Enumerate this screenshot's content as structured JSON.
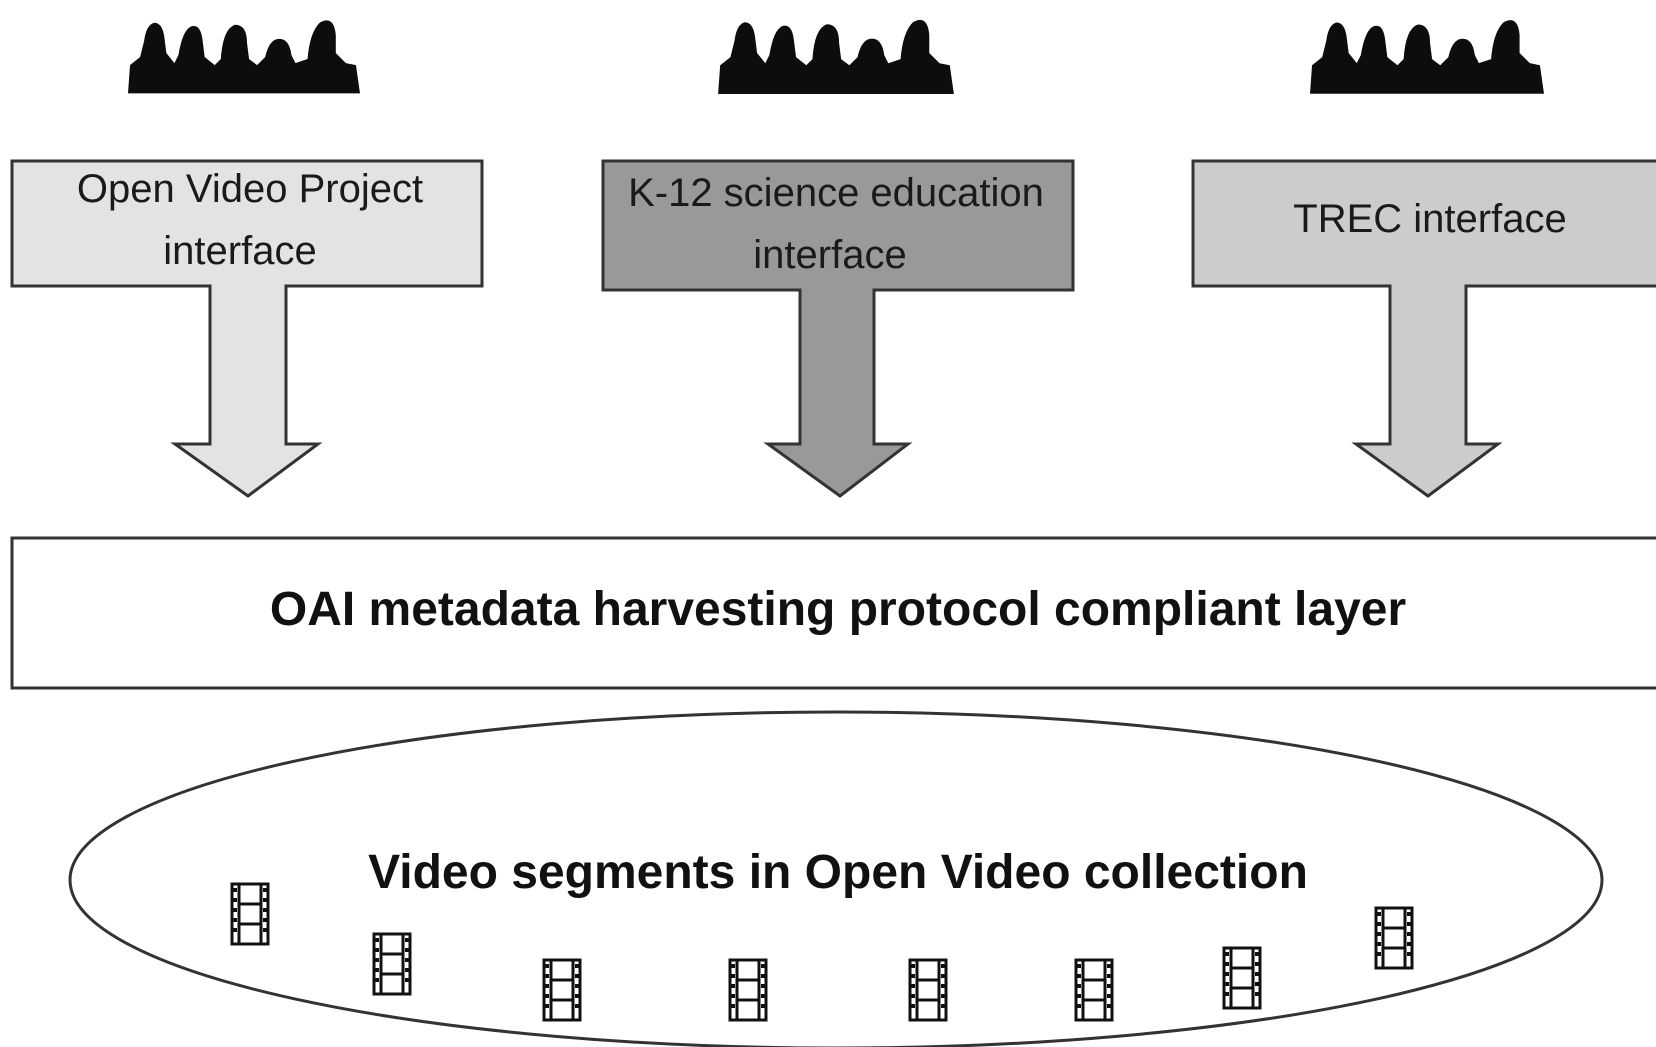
{
  "colors": {
    "open_video": "#e3e3e3",
    "k12": "#999999",
    "trec": "#cccccc",
    "layer_fill": "#ffffff",
    "ellipse_fill": "#ffffff",
    "audience_silhouette": "#0d0d0d",
    "outline": "#333333"
  },
  "audience_icon": "audience-silhouette-icon",
  "film_icon": "film-strip-icon",
  "interfaces": [
    {
      "line1": "Open Video Project",
      "line2": "interface"
    },
    {
      "line1": "K-12 science education",
      "line2": "interface"
    },
    {
      "line1": "TREC interface",
      "line2": ""
    }
  ],
  "layer": {
    "label": "OAI metadata harvesting protocol compliant layer"
  },
  "collection": {
    "label": "Video segments in Open Video collection"
  }
}
